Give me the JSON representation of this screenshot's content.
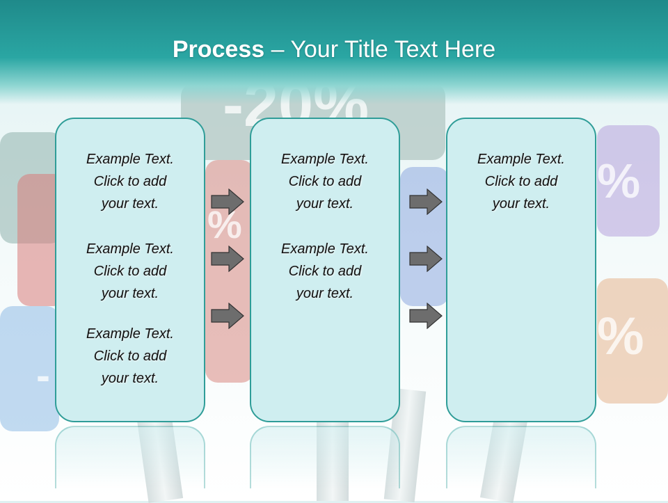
{
  "header": {
    "title_bold": "Process",
    "title_rest": " – Your Title Text Here"
  },
  "background": {
    "signs": [
      "-20%",
      "%",
      "%",
      "%",
      "-"
    ]
  },
  "columns": [
    {
      "items": [
        {
          "line1": "Example Text.",
          "line2": "Click  to add",
          "line3": "your text."
        },
        {
          "line1": "Example Text.",
          "line2": "Click  to add",
          "line3": "your text."
        },
        {
          "line1": "Example Text.",
          "line2": "Click  to add",
          "line3": "your text."
        }
      ]
    },
    {
      "items": [
        {
          "line1": "Example Text.",
          "line2": "Click  to add",
          "line3": "your text."
        },
        {
          "line1": "Example Text.",
          "line2": "Click  to add",
          "line3": "your text."
        }
      ]
    },
    {
      "items": [
        {
          "line1": "Example Text.",
          "line2": "Click  to add",
          "line3": "your text."
        }
      ]
    }
  ],
  "colors": {
    "header": "#2aa6a3",
    "box_fill": "#cfeef0",
    "box_border": "#2f9d98",
    "arrow": "#6d6d6d"
  },
  "icons": {
    "arrow": "right-arrow-icon"
  }
}
